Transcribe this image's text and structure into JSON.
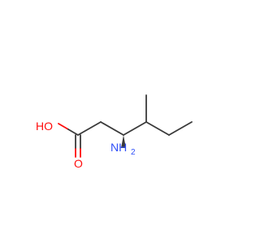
{
  "molecule": {
    "atoms": {
      "hydroxyl": {
        "label": "HO",
        "color": "#ff0d0d"
      },
      "carbonyl_oxygen": {
        "label": "O",
        "color": "#ff0d0d"
      },
      "amine": {
        "label": "NH",
        "subscript": "2",
        "color": "#3050f8"
      }
    },
    "bond_color": "#3a3a3a",
    "stereo_bond": "wedge"
  }
}
